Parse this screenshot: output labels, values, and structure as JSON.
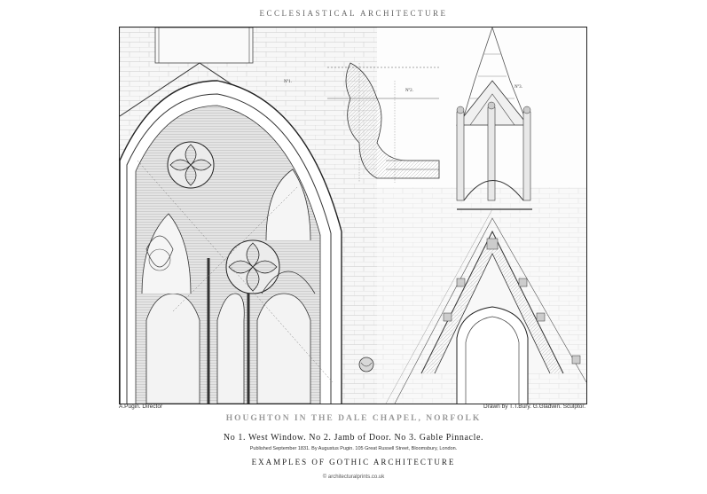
{
  "header": {
    "text": "ECCLESIASTICAL ARCHITECTURE"
  },
  "plate": {
    "labels": {
      "no1": "Nº1.",
      "no2": "Nº2.",
      "no3": "Nº3."
    }
  },
  "credits": {
    "left": "A.Pugin. Director",
    "right": "Drawn by T.T.Bury. G.Gladwin. Sculptor."
  },
  "title": "HOUGHTON IN THE DALE CHAPEL, NORFOLK",
  "subtitle": "No 1. West Window. No 2. Jamb of Door. No 3. Gable Pinnacle.",
  "published": "Published September 1831. By Augustus Pugin. 105 Great Russell Street, Bloomsbury, London.",
  "series": "EXAMPLES OF GOTHIC ARCHITECTURE",
  "watermark": "© architecturalprints.co.uk"
}
